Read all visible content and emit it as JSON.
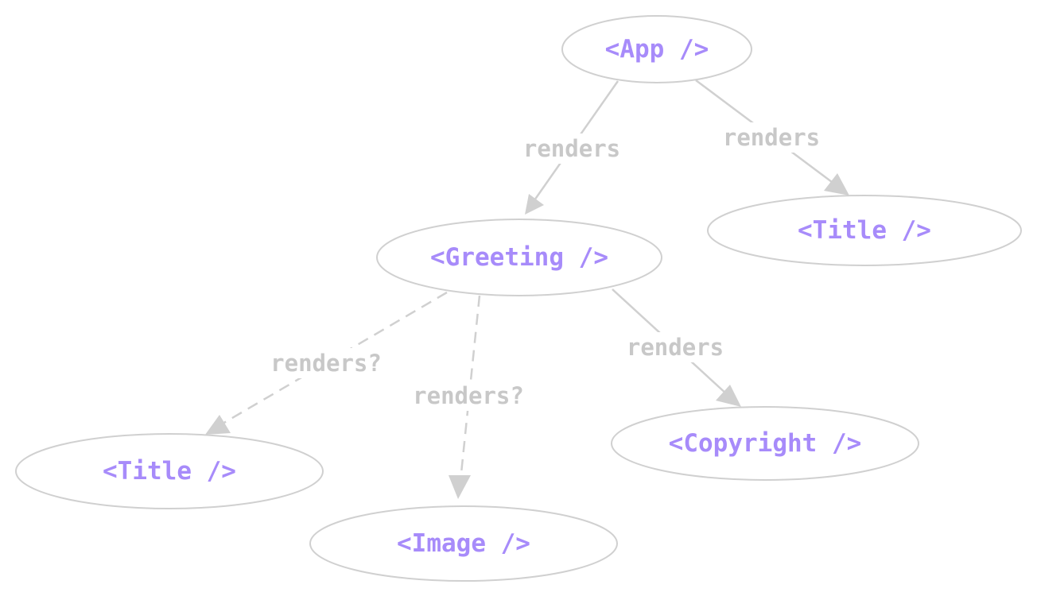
{
  "colors": {
    "node_text": "#a78bfa",
    "node_border": "#d0d0d0",
    "edge": "#d0d0d0",
    "edge_label": "#c8c8c8",
    "background": "#ffffff"
  },
  "nodes": {
    "app": {
      "label": "<App />"
    },
    "greeting": {
      "label": "<Greeting />"
    },
    "title_top": {
      "label": "<Title />"
    },
    "title_bottom": {
      "label": "<Title />"
    },
    "image": {
      "label": "<Image />"
    },
    "copyright": {
      "label": "<Copyright />"
    }
  },
  "edges": {
    "app_greeting": {
      "from": "app",
      "to": "greeting",
      "label": "renders",
      "style": "solid"
    },
    "app_title": {
      "from": "app",
      "to": "title_top",
      "label": "renders",
      "style": "solid"
    },
    "greeting_title": {
      "from": "greeting",
      "to": "title_bottom",
      "label": "renders?",
      "style": "dashed"
    },
    "greeting_image": {
      "from": "greeting",
      "to": "image",
      "label": "renders?",
      "style": "dashed"
    },
    "greeting_copyright": {
      "from": "greeting",
      "to": "copyright",
      "label": "renders",
      "style": "solid"
    }
  }
}
